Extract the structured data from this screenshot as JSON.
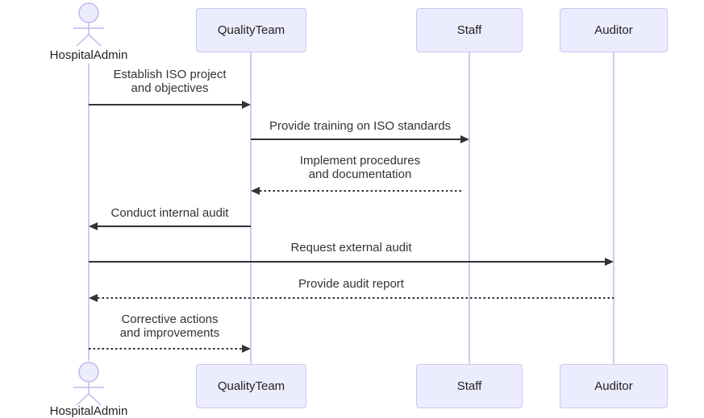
{
  "diagram": {
    "type": "sequence",
    "participants": [
      {
        "name": "HospitalAdmin",
        "kind": "actor"
      },
      {
        "name": "QualityTeam",
        "kind": "participant"
      },
      {
        "name": "Staff",
        "kind": "participant"
      },
      {
        "name": "Auditor",
        "kind": "participant"
      }
    ],
    "messages": [
      {
        "from": "HospitalAdmin",
        "to": "QualityTeam",
        "line": "solid",
        "text": "Establish ISO project\nand objectives"
      },
      {
        "from": "QualityTeam",
        "to": "Staff",
        "line": "solid",
        "text": "Provide training on ISO standards"
      },
      {
        "from": "Staff",
        "to": "QualityTeam",
        "line": "dashed",
        "text": "Implement procedures\nand documentation"
      },
      {
        "from": "QualityTeam",
        "to": "HospitalAdmin",
        "line": "solid",
        "text": "Conduct internal audit"
      },
      {
        "from": "HospitalAdmin",
        "to": "Auditor",
        "line": "solid",
        "text": "Request external audit"
      },
      {
        "from": "Auditor",
        "to": "HospitalAdmin",
        "line": "dashed",
        "text": "Provide audit report"
      },
      {
        "from": "HospitalAdmin",
        "to": "QualityTeam",
        "line": "dashed",
        "text": "Corrective actions\nand improvements"
      }
    ],
    "colors": {
      "participant_fill": "#ECECFF",
      "participant_border": "#CCC5F0",
      "lifeline": "#D2CAEF",
      "message_line": "#333333",
      "text": "#222222",
      "background": "#FFFFFF"
    }
  }
}
